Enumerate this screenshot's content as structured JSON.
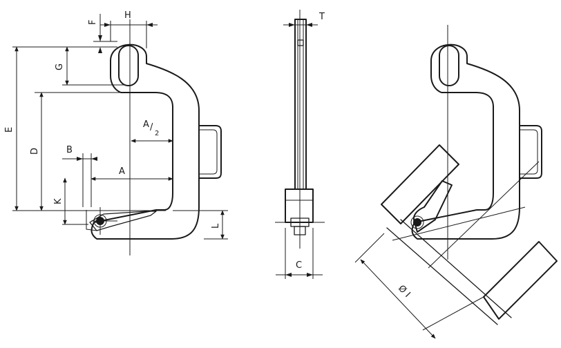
{
  "labels": {
    "H": "H",
    "F": "F",
    "G": "G",
    "E": "E",
    "D": "D",
    "A_half_num": "A",
    "A_half_den": "2",
    "B": "B",
    "A": "A",
    "K": "K",
    "L": "L",
    "T": "T",
    "C": "C",
    "diameter": "Ø I"
  }
}
